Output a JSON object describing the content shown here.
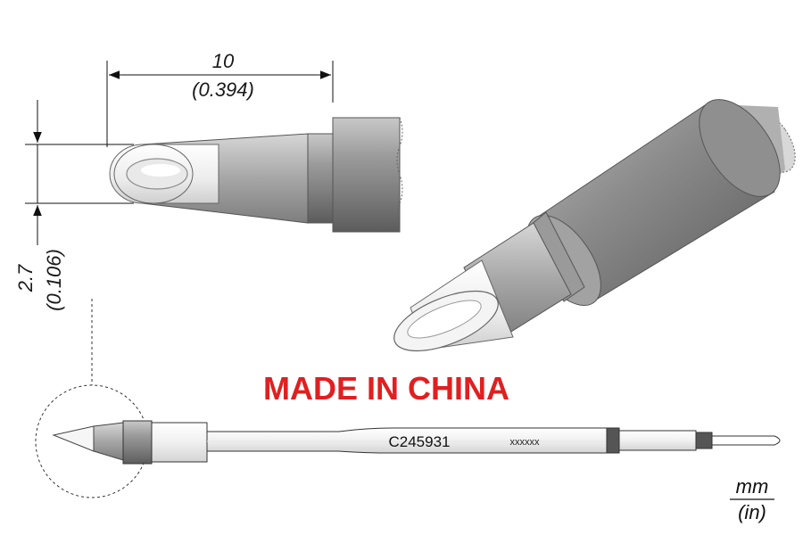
{
  "dimensions": {
    "length_mm": "10",
    "length_in": "(0.394)",
    "width_mm": "2.7",
    "width_in": "(0.106)"
  },
  "origin_label": "MADE IN CHINA",
  "part_number": "C245931",
  "serial_placeholder": "xxxxxx",
  "units": {
    "primary": "mm",
    "secondary": "(in)"
  },
  "colors": {
    "origin_text": "#e02020",
    "body_gray": "#8a8a8a",
    "tip_white": "#f2f2f2"
  }
}
